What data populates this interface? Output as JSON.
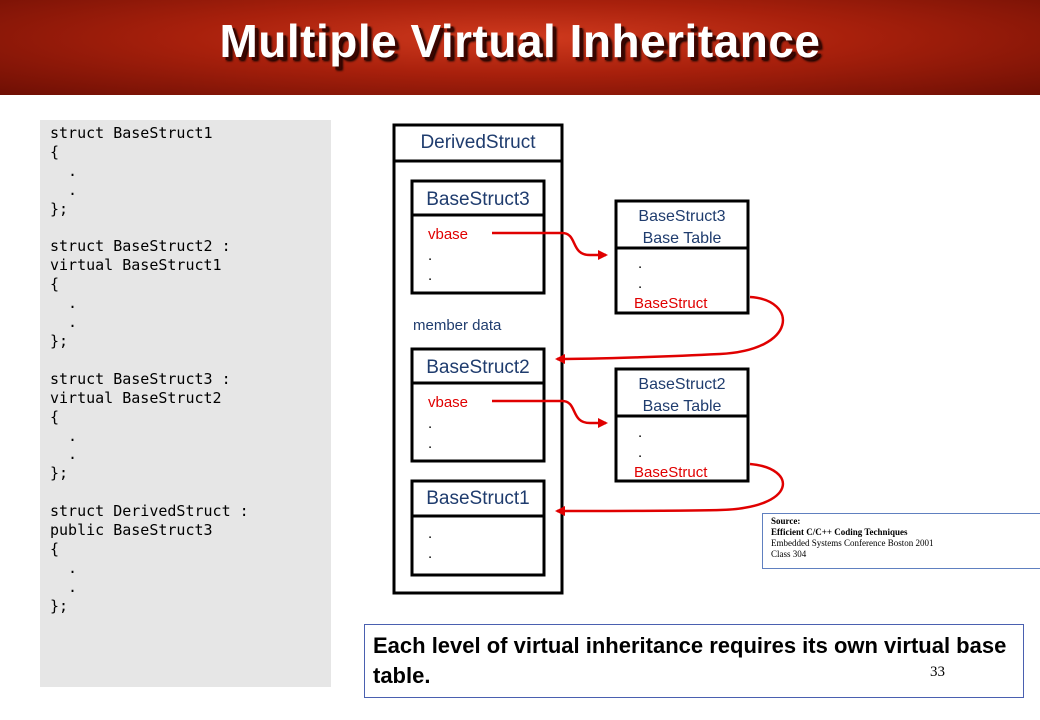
{
  "slide": {
    "title": "Multiple Virtual Inheritance",
    "page_number": "33"
  },
  "code": {
    "text": "struct BaseStruct1\n{\n  .\n  .\n};\n\nstruct BaseStruct2 :\nvirtual BaseStruct1\n{\n  .\n  .\n};\n\nstruct BaseStruct3 :\nvirtual BaseStruct2\n{\n  .\n  .\n};\n\nstruct DerivedStruct :\npublic BaseStruct3\n{\n  .\n  .\n};"
  },
  "diagram": {
    "derived_label": "DerivedStruct",
    "member_data_label": "member data",
    "bs3": {
      "title": "BaseStruct3",
      "vbase": "vbase",
      "dot1": ".",
      "dot2": "."
    },
    "bs2": {
      "title": "BaseStruct2",
      "vbase": "vbase",
      "dot1": ".",
      "dot2": "."
    },
    "bs1": {
      "title": "BaseStruct1",
      "dot1": ".",
      "dot2": "."
    },
    "table3": {
      "title_line1": "BaseStruct3",
      "title_line2": "Base Table",
      "dot1": ".",
      "dot2": ".",
      "entry": "BaseStruct"
    },
    "table2": {
      "title_line1": "BaseStruct2",
      "title_line2": "Base Table",
      "dot1": ".",
      "dot2": ".",
      "entry": "BaseStruct"
    }
  },
  "source": {
    "heading": "Source:",
    "book": "Efficient C/C++ Coding Techniques",
    "conference": "Embedded Systems Conference Boston 2001",
    "class": "Class 304"
  },
  "note": {
    "text": "Each level of virtual inheritance requires its own virtual base table."
  },
  "colors": {
    "banner": "#a8200c",
    "arrow": "#e00000",
    "vbase_text": "#e00000",
    "box_title_text": "#1f3c6e"
  }
}
